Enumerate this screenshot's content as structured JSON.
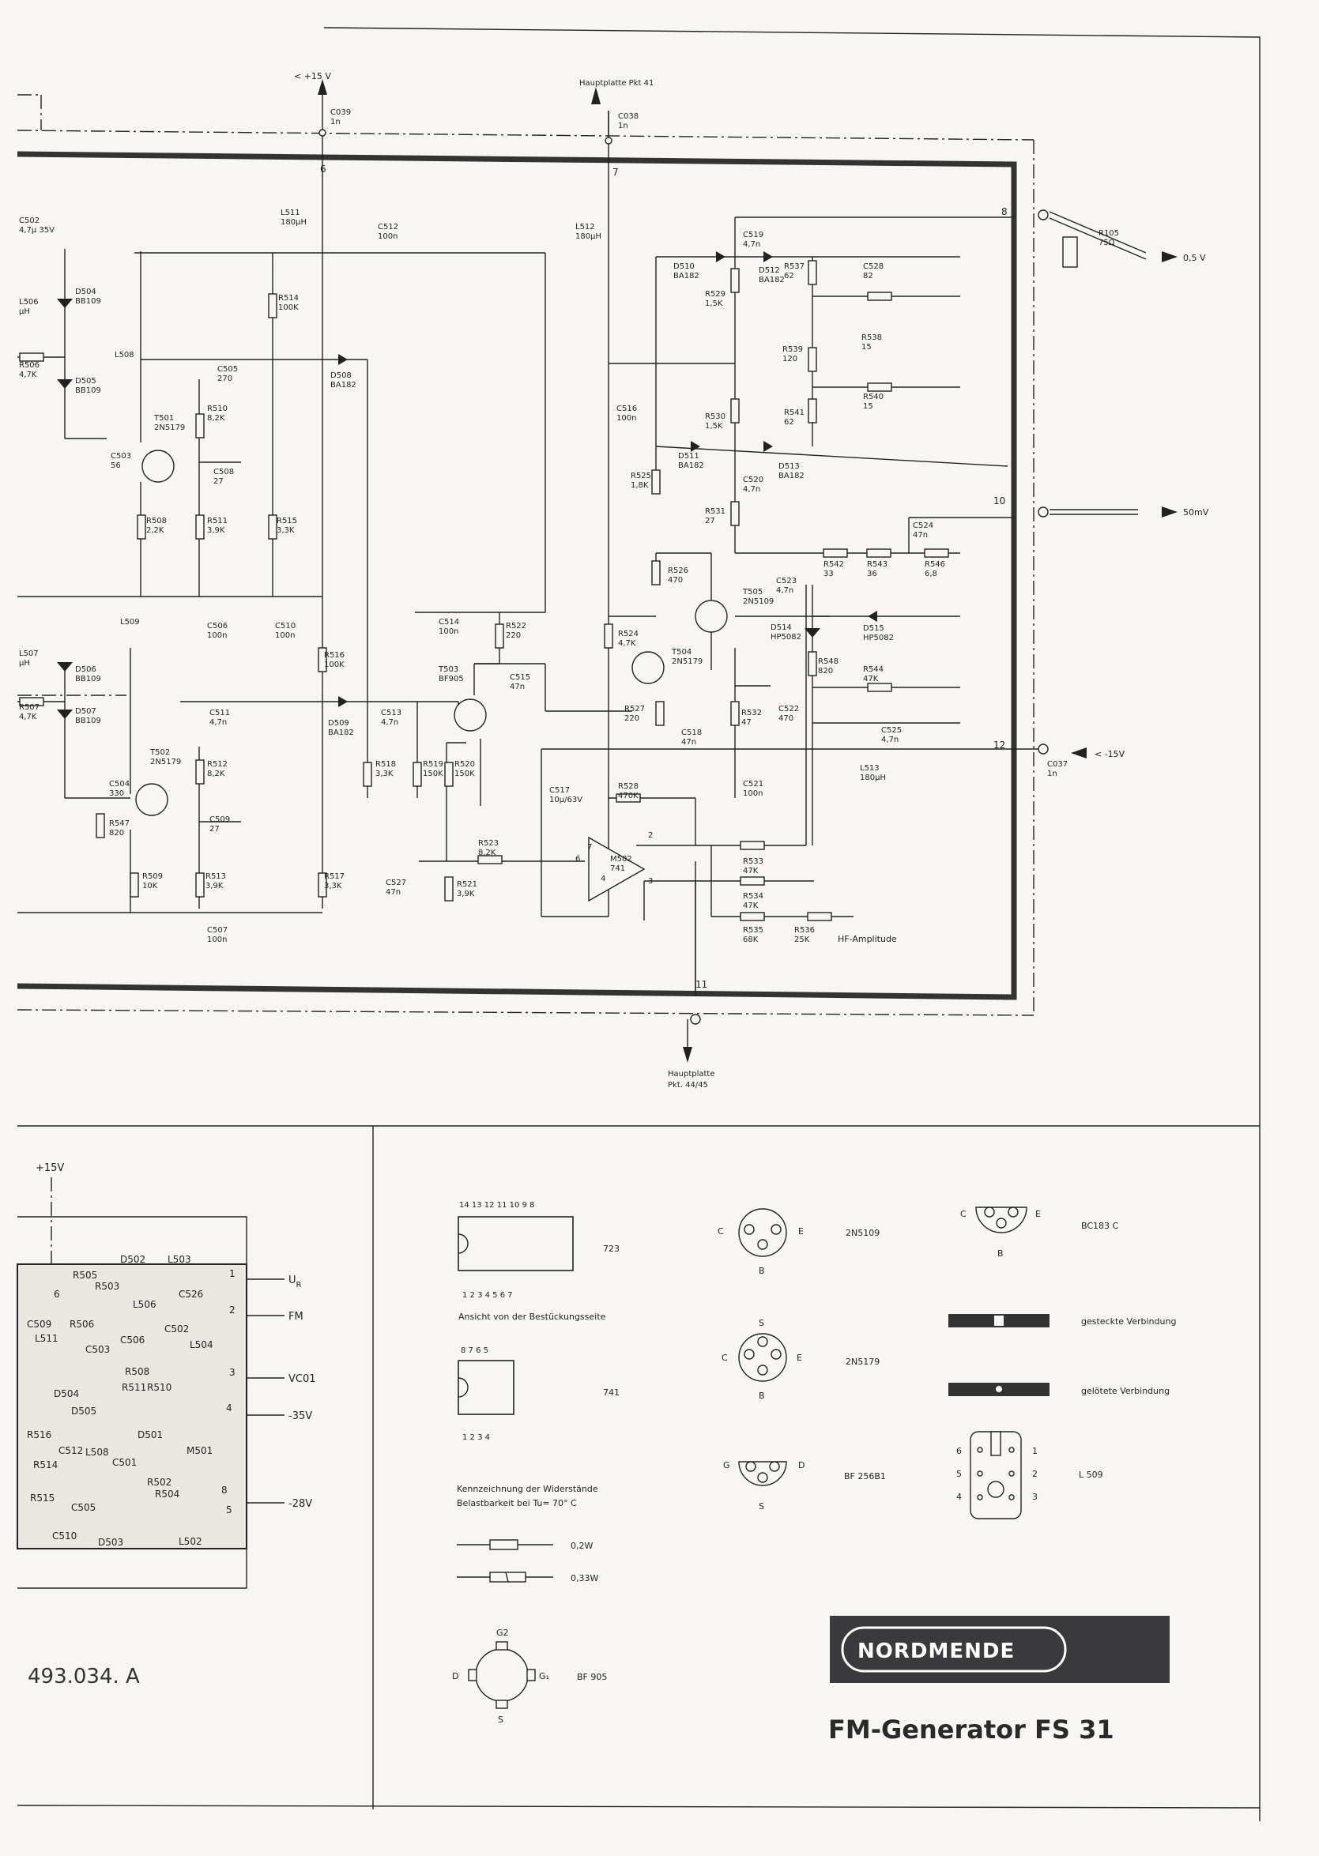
{
  "document": {
    "title": "FM-Generator FS 31",
    "brand": "NORDMENDE",
    "doc_number": "493.034. A"
  },
  "supply": {
    "plus15": "< +15 V",
    "minus15": "< -15V",
    "plus15_pcb": "+15V",
    "hauptplatte_top": "Hauptplatte Pkt 41",
    "hauptplatte_bottom_1": "Hauptplatte",
    "hauptplatte_bottom_2": "Pkt. 44/45",
    "out_05v": "0,5 V",
    "out_50mv": "50mV",
    "hf_amplitude": "HF-Amplitude"
  },
  "terminals": [
    "6",
    "7",
    "8",
    "10",
    "11",
    "12"
  ],
  "components": [
    {
      "id": "C039",
      "value": "1n"
    },
    {
      "id": "C038",
      "value": "1n"
    },
    {
      "id": "C037",
      "value": "1n"
    },
    {
      "id": "C502",
      "value": "4,7µ 35V"
    },
    {
      "id": "L506",
      "value": "µH"
    },
    {
      "id": "R506",
      "value": "4,7K"
    },
    {
      "id": "D504",
      "value": "BB109"
    },
    {
      "id": "D505",
      "value": "BB109"
    },
    {
      "id": "L508",
      "value": ""
    },
    {
      "id": "L511",
      "value": "180µH"
    },
    {
      "id": "C512",
      "value": "100n"
    },
    {
      "id": "R514",
      "value": "100K"
    },
    {
      "id": "C505",
      "value": "270"
    },
    {
      "id": "D508",
      "value": "BA182"
    },
    {
      "id": "T501",
      "value": "2N5179"
    },
    {
      "id": "C503",
      "value": "56"
    },
    {
      "id": "R510",
      "value": "8,2K"
    },
    {
      "id": "C508",
      "value": "27"
    },
    {
      "id": "R508",
      "value": "2,2K"
    },
    {
      "id": "R511",
      "value": "3,9K"
    },
    {
      "id": "R515",
      "value": "3,3K"
    },
    {
      "id": "C506",
      "value": "100n"
    },
    {
      "id": "C510",
      "value": "100n"
    },
    {
      "id": "L509",
      "value": ""
    },
    {
      "id": "L507",
      "value": "µH"
    },
    {
      "id": "D506",
      "value": "BB109"
    },
    {
      "id": "R507",
      "value": "4,7K"
    },
    {
      "id": "D507",
      "value": "BB109"
    },
    {
      "id": "C511",
      "value": "4,7n"
    },
    {
      "id": "R516",
      "value": "100K"
    },
    {
      "id": "D509",
      "value": "BA182"
    },
    {
      "id": "C513",
      "value": "4,7n"
    },
    {
      "id": "T502",
      "value": "2N5179"
    },
    {
      "id": "C504",
      "value": "330"
    },
    {
      "id": "R547",
      "value": "820"
    },
    {
      "id": "R512",
      "value": "8,2K"
    },
    {
      "id": "C509",
      "value": "27"
    },
    {
      "id": "R509",
      "value": "10K"
    },
    {
      "id": "R513",
      "value": "3,9K"
    },
    {
      "id": "C507",
      "value": "100n"
    },
    {
      "id": "R517",
      "value": "3,3K"
    },
    {
      "id": "R518",
      "value": "3,3K"
    },
    {
      "id": "C514",
      "value": "100n"
    },
    {
      "id": "R522",
      "value": "220"
    },
    {
      "id": "T503",
      "value": "BF905"
    },
    {
      "id": "C515",
      "value": "47n"
    },
    {
      "id": "R519",
      "value": "150K"
    },
    {
      "id": "R520",
      "value": "150K"
    },
    {
      "id": "R523",
      "value": "8,2K"
    },
    {
      "id": "C527",
      "value": "47n"
    },
    {
      "id": "R521",
      "value": "3,9K"
    },
    {
      "id": "C517",
      "value": "10µ/63V"
    },
    {
      "id": "R528",
      "value": "470K"
    },
    {
      "id": "M502",
      "value": "741"
    },
    {
      "id": "L512",
      "value": "180µH"
    },
    {
      "id": "C519",
      "value": "4,7n"
    },
    {
      "id": "D510",
      "value": "BA182"
    },
    {
      "id": "D512",
      "value": "BA182"
    },
    {
      "id": "R529",
      "value": "1,5K"
    },
    {
      "id": "R537",
      "value": "62"
    },
    {
      "id": "C528",
      "value": "82"
    },
    {
      "id": "R538",
      "value": "15"
    },
    {
      "id": "R539",
      "value": "120"
    },
    {
      "id": "R540",
      "value": "15"
    },
    {
      "id": "C516",
      "value": "100n"
    },
    {
      "id": "R530",
      "value": "1,5K"
    },
    {
      "id": "R541",
      "value": "62"
    },
    {
      "id": "D511",
      "value": "BA182"
    },
    {
      "id": "D513",
      "value": "BA182"
    },
    {
      "id": "R525",
      "value": "1,8K"
    },
    {
      "id": "C520",
      "value": "4,7n"
    },
    {
      "id": "R531",
      "value": "27"
    },
    {
      "id": "R105",
      "value": "75Ω"
    },
    {
      "id": "C524",
      "value": "47n"
    },
    {
      "id": "R542",
      "value": "33"
    },
    {
      "id": "R543",
      "value": "36"
    },
    {
      "id": "R546",
      "value": "6,8"
    },
    {
      "id": "R526",
      "value": "470"
    },
    {
      "id": "T505",
      "value": "2N5109"
    },
    {
      "id": "C523",
      "value": "4,7n"
    },
    {
      "id": "D514",
      "value": "HP5082"
    },
    {
      "id": "D515",
      "value": "HP5082"
    },
    {
      "id": "R524",
      "value": "4,7K"
    },
    {
      "id": "T504",
      "value": "2N5179"
    },
    {
      "id": "R548",
      "value": "820"
    },
    {
      "id": "R544",
      "value": "47K"
    },
    {
      "id": "R527",
      "value": "220"
    },
    {
      "id": "C518",
      "value": "47n"
    },
    {
      "id": "R532",
      "value": "47"
    },
    {
      "id": "C522",
      "value": "470"
    },
    {
      "id": "C525",
      "value": "4,7n"
    },
    {
      "id": "L513",
      "value": "180µH"
    },
    {
      "id": "C521",
      "value": "100n"
    },
    {
      "id": "R533",
      "value": "47K"
    },
    {
      "id": "R534",
      "value": "47K"
    },
    {
      "id": "R535",
      "value": "68K"
    },
    {
      "id": "R536",
      "value": "25K"
    }
  ],
  "pcb": {
    "pins": [
      "1",
      "2",
      "3",
      "4",
      "8",
      "5",
      "6"
    ],
    "signals": [
      "U",
      "FM",
      "VC01",
      "-35V",
      "-28V"
    ],
    "signal_sub": "R",
    "labels": [
      "D502",
      "L503",
      "R505",
      "R503",
      "L506",
      "C526",
      "C502",
      "R506",
      "L504",
      "C503",
      "C506",
      "R508",
      "R511",
      "R510",
      "L511",
      "C509",
      "D504",
      "D505",
      "D501",
      "R516",
      "R514",
      "C512",
      "L508",
      "C501",
      "R502",
      "R504",
      "M501",
      "R515",
      "C505",
      "C510",
      "D503",
      "L502"
    ]
  },
  "legend": {
    "ic723_top_pins": "14 13 12 11 10 9 8",
    "ic723_bottom_pins": "1 2 3 4 5 6 7",
    "ic723_name": "723",
    "ic_view_note": "Ansicht von der Bestückungsseite",
    "ic741_top_pins": "8 7 6 5",
    "ic741_bottom_pins": "1 2 3 4",
    "ic741_name": "741",
    "resistor_note_1": "Kennzeichnung der Widerstände",
    "resistor_note_2": "Belastbarkeit bei Tu= 70° C",
    "res_02w": "0,2W",
    "res_033w": "0,33W",
    "tr_2n5109": "2N5109",
    "tr_2n5179": "2N5179",
    "tr_bf256b1": "BF 256B1",
    "tr_bc183c": "BC183 C",
    "tr_bf905": "BF 905",
    "pin_c": "C",
    "pin_b": "B",
    "pin_e": "E",
    "pin_s": "S",
    "pin_g": "G",
    "pin_d": "D",
    "pin_g1": "G₁",
    "pin_g2": "G2",
    "plug_connection": "gesteckte Verbindung",
    "solder_connection": "gelötete Verbindung",
    "l509": "L 509",
    "l509_pins_left": [
      "6",
      "5",
      "4"
    ],
    "l509_pins_right": [
      "1",
      "2",
      "3"
    ]
  }
}
